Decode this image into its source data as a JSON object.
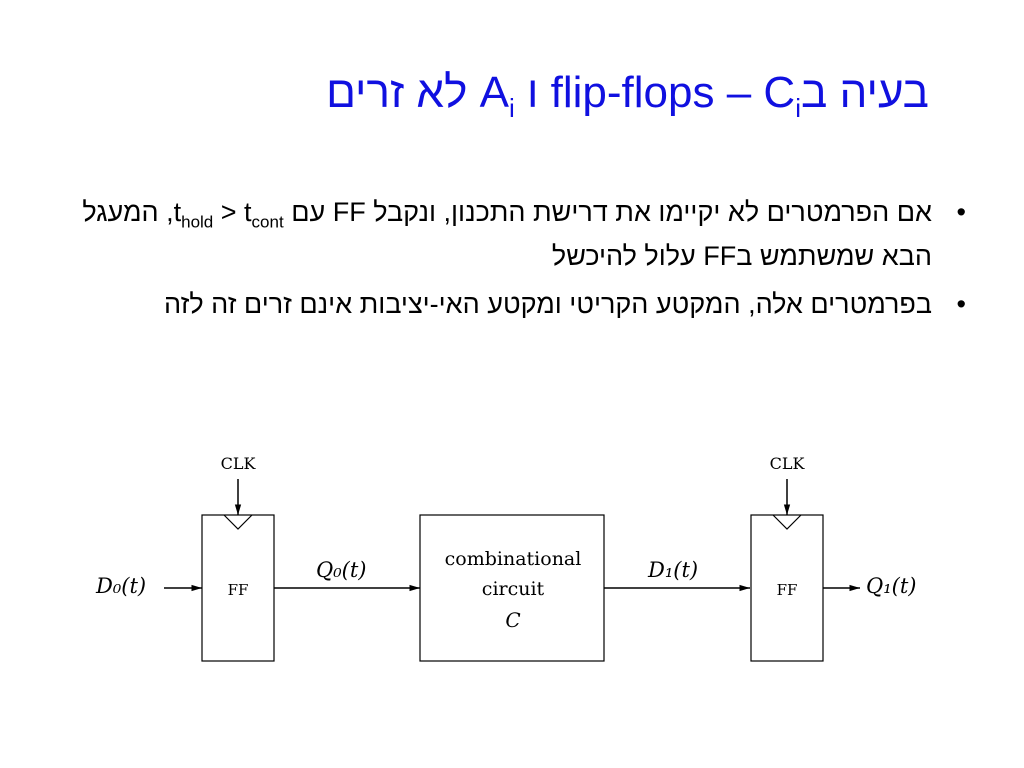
{
  "title": {
    "part1": "בעיה ב",
    "part2": "flip-flops – C",
    "sub1": "i",
    "part3": " ו A",
    "sub2": "i",
    "part4": " לא זרים"
  },
  "bullets": [
    {
      "text1": "אם הפרמטרים לא יקיימו את דרישת התכנון, ונקבל FF עם t",
      "sub1": "hold",
      "text2": " > t",
      "sub2": "cont",
      "text3": ", המעגל הבא שמשתמש בFF עלול להיכשל"
    },
    {
      "text": "בפרמטרים אלה, המקטע הקריטי ומקטע האי-יציבות אינם זרים זה לזה"
    }
  ],
  "bullet_symbol": "•",
  "diagram": {
    "clk_left": "CLK",
    "clk_right": "CLK",
    "ff_left": "FF",
    "ff_right": "FF",
    "comb_line1": "combinational",
    "comb_line2": "circuit",
    "comb_line3": "C",
    "d0": "D₀(t)",
    "q0": "Q₀(t)",
    "d1": "D₁(t)",
    "q1": "Q₁(t)"
  }
}
